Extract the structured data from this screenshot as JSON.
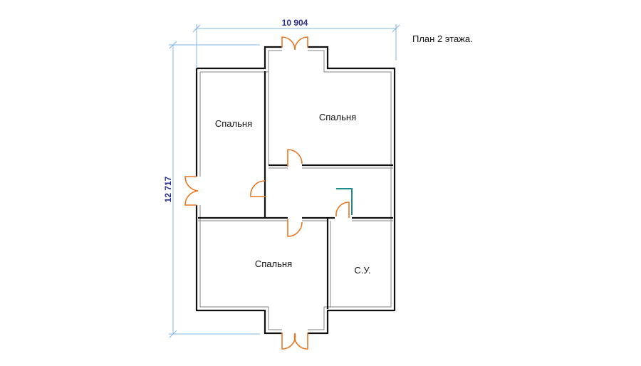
{
  "plan": {
    "title": "План 2 этажа.",
    "dimensions": {
      "width": "10 904",
      "height": "12 717"
    },
    "rooms": [
      {
        "key": "bedroom_left",
        "label": "Спальня"
      },
      {
        "key": "bedroom_right",
        "label": "Спальня"
      },
      {
        "key": "bedroom_bottom",
        "label": "Спальня"
      },
      {
        "key": "bathroom",
        "label": "С.У."
      }
    ]
  },
  "colors": {
    "wall": "#111111",
    "wall_fill": "#ffffff",
    "inner_line": "#9a9a9a",
    "dimension": "#7fb7e6",
    "dimension_text": "#2b2f8f",
    "door": "#e87722",
    "fixture": "#1a8c8c"
  }
}
